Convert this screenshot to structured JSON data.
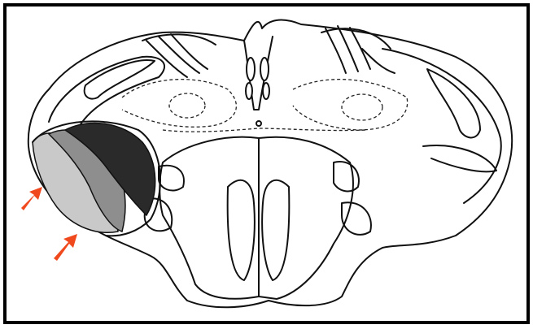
{
  "figure": {
    "kind": "brainstem cross-section line drawing",
    "colors": {
      "lesion_dark": "#2a2a2a",
      "lesion_mid": "#8e8e8e",
      "lesion_light": "#c9c9c9",
      "arrow": "#f0491d",
      "line": "#111111"
    },
    "arrows": [
      {
        "direction": "up-right"
      },
      {
        "direction": "up-right"
      }
    ]
  }
}
